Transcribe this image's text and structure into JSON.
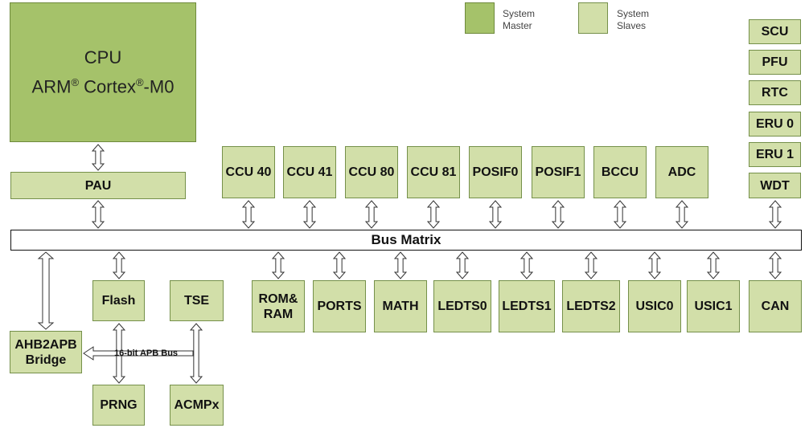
{
  "legend": {
    "master_line1": "System",
    "master_line2": "Master",
    "slaves_line1": "System",
    "slaves_line2": "Slaves"
  },
  "cpu": {
    "title": "CPU",
    "core_prefix": "ARM",
    "core_reg1": "®",
    "core_mid": " Cortex",
    "core_reg2": "®",
    "core_suffix": "-M0"
  },
  "pau": "PAU",
  "bus_matrix": "Bus Matrix",
  "top_peripherals": [
    "CCU 40",
    "CCU 41",
    "CCU 80",
    "CCU 81",
    "POSIF0",
    "POSIF1",
    "BCCU",
    "ADC"
  ],
  "right_column": [
    "SCU",
    "PFU",
    "RTC",
    "ERU 0",
    "ERU 1",
    "WDT"
  ],
  "bottom_peripherals": {
    "rom_ram_line1": "ROM&",
    "rom_ram_line2": "RAM",
    "ports": "PORTS",
    "math": "MATH",
    "ledts0": "LEDTS0",
    "ledts1": "LEDTS1",
    "ledts2": "LEDTS2",
    "usic0": "USIC0",
    "usic1": "USIC1",
    "can": "CAN"
  },
  "flash": "Flash",
  "tse": "TSE",
  "bridge_line1": "AHB2APB",
  "bridge_line2": "Bridge",
  "apb_bus": "16-bit APB Bus",
  "prng": "PRNG",
  "acmpx": "ACMPx",
  "colors": {
    "master_fill": "#a5c26a",
    "slave_fill": "#d2dfa9",
    "border": "#75904a"
  }
}
